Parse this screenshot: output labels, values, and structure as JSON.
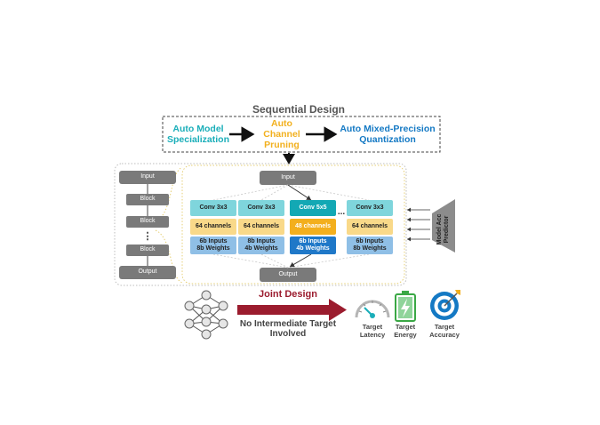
{
  "sequential": {
    "title": "Sequential Design",
    "steps": [
      "Auto Model\nSpecialization",
      "Auto Channel\nPruning",
      "Auto Mixed-Precision\nQuantization"
    ],
    "colors": [
      "#1aaeb9",
      "#f2b01e",
      "#1479c4"
    ]
  },
  "left_chain": {
    "input": "Input",
    "block": "Block",
    "ellipsis": "⋮",
    "output": "Output"
  },
  "network": {
    "input": "Input",
    "output": "Output",
    "ellipsis": "...",
    "columns": [
      {
        "conv": "Conv 3x3",
        "channels": "64 channels",
        "quant": "6b Inputs\n8b Weights"
      },
      {
        "conv": "Conv 3x3",
        "channels": "64 channels",
        "quant": "8b Inputs\n4b Weights"
      },
      {
        "conv": "Conv 5x5",
        "channels": "48 channels",
        "quant": "6b Inputs\n4b Weights"
      },
      {
        "conv": "Conv 3x3",
        "channels": "64 channels",
        "quant": "6b Inputs\n8b Weights"
      }
    ]
  },
  "predictor": {
    "label": "Model Acc\nPredictor"
  },
  "joint": {
    "title": "Joint Design",
    "subtitle": "No Intermediate Target\nInvolved",
    "arrow_color": "#9b1c2e"
  },
  "targets": [
    {
      "icon": "gauge-icon",
      "label": "Target\nLatency"
    },
    {
      "icon": "battery-icon",
      "label": "Target\nEnergy"
    },
    {
      "icon": "target-icon",
      "label": "Target\nAccuracy"
    }
  ]
}
